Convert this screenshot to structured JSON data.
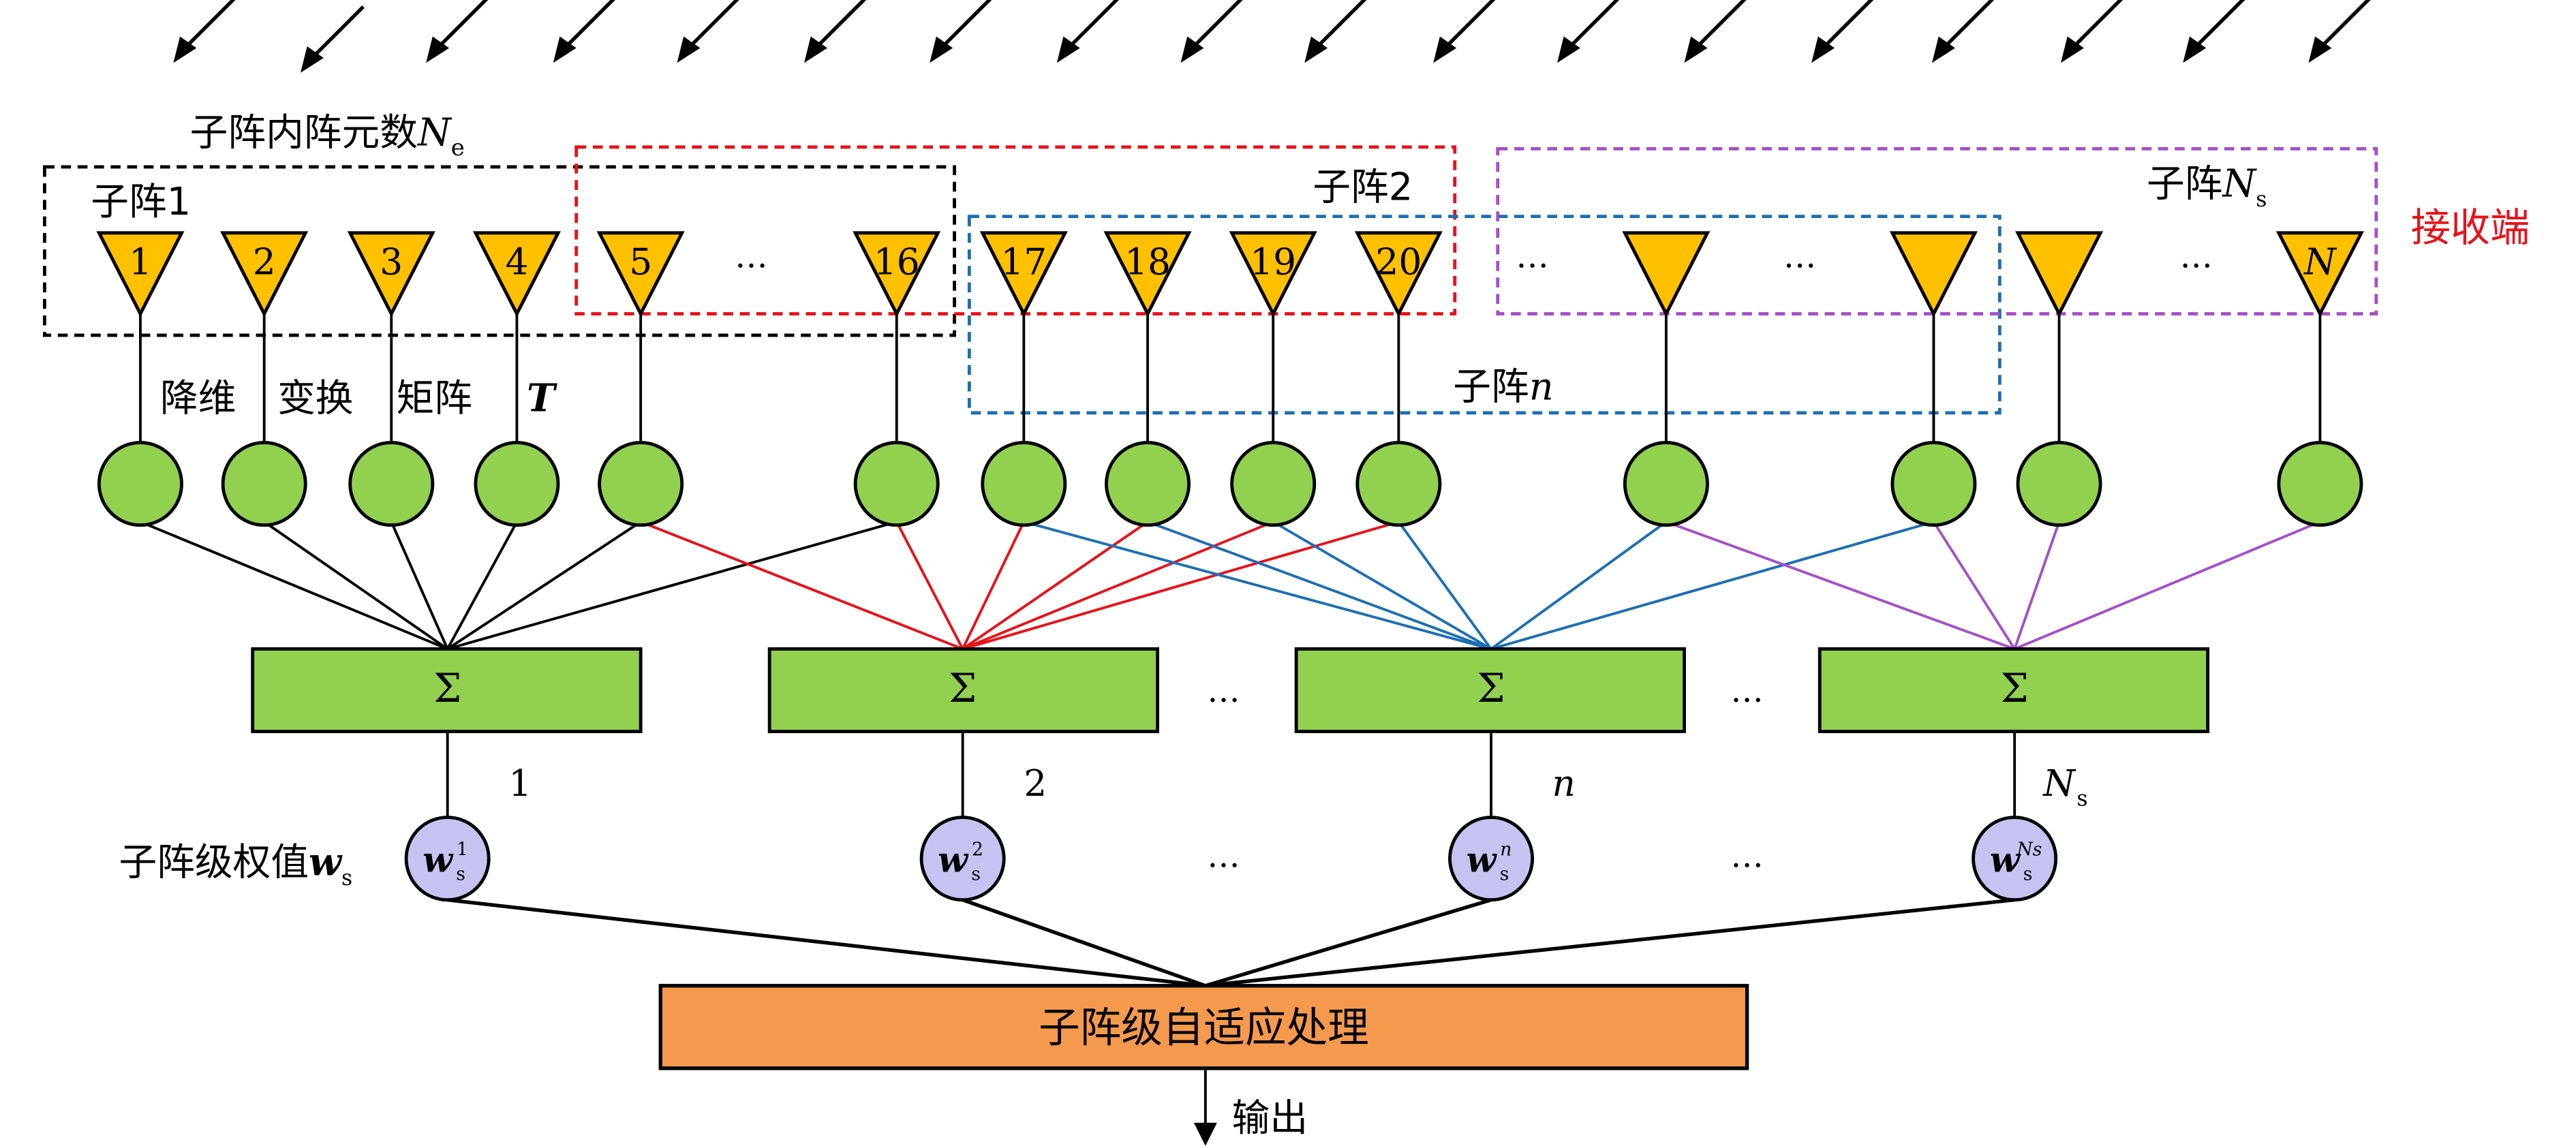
{
  "diagram": {
    "title_elements_per_subarray": "子阵内阵元数",
    "title_elements_symbol": "N",
    "title_elements_sub": "e",
    "receiver_label": "接收端",
    "transform_labels": [
      "降维",
      "变换",
      "矩阵",
      "T"
    ],
    "subarray_boxes": [
      {
        "label": "子阵1",
        "color": "#000000"
      },
      {
        "label": "子阵2",
        "color": "#e8121a"
      },
      {
        "label": "子阵",
        "symbol": "n",
        "color": "#1a6fb5"
      },
      {
        "label": "子阵",
        "symbol": "N",
        "sub": "s",
        "color": "#a64fc9"
      }
    ],
    "antennas": [
      "1",
      "2",
      "3",
      "4",
      "5",
      "16",
      "17",
      "18",
      "19",
      "20",
      "",
      "",
      "",
      "N"
    ],
    "antenna_ellipsis": "…",
    "sum_symbol": "Σ",
    "sum_ellipsis": "…",
    "branch_labels": [
      "1",
      "2",
      "n",
      "N"
    ],
    "branch_label_last_sub": "s",
    "weight_label": "子阵级权值",
    "weight_symbol": "w",
    "weight_sub": "s",
    "weights_sup": [
      "1",
      "2",
      "n",
      "Ns"
    ],
    "processing_label": "子阵级自适应处理",
    "output_label": "输出",
    "colors": {
      "antenna_fill": "#ffc000",
      "node_fill": "#92d050",
      "sum_fill": "#92d050",
      "weight_fill": "#c6c3f2",
      "processing_fill": "#f4994e",
      "receiver_text": "#e8121a",
      "red": "#e8121a",
      "blue": "#1a6fb5",
      "purple": "#a64fc9"
    }
  }
}
